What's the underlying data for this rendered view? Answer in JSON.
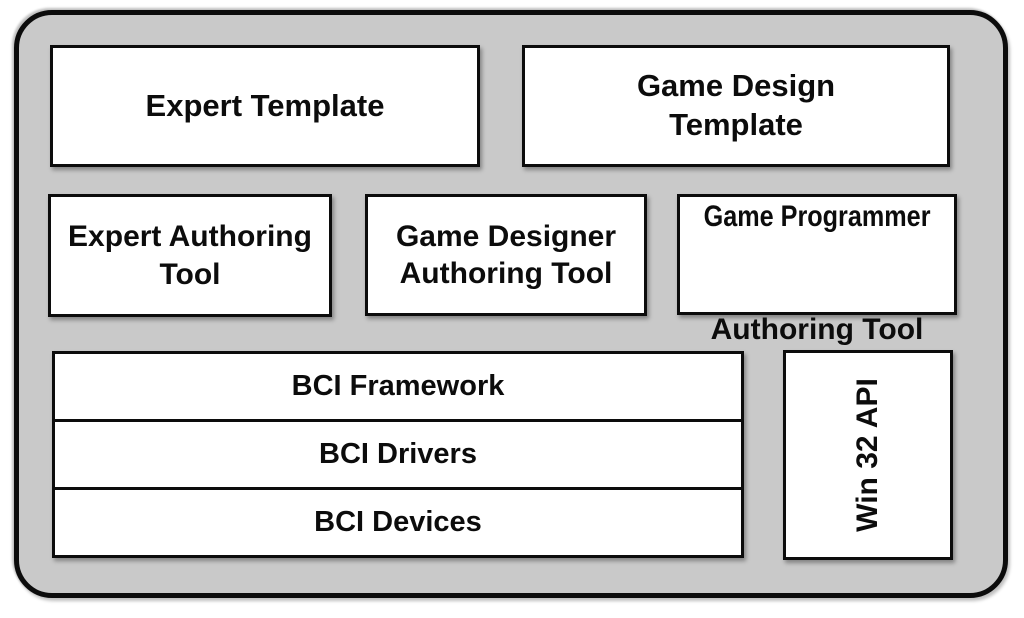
{
  "diagram": {
    "title": "BCI game authoring architecture",
    "colors": {
      "container_fill": "#c9c9c9",
      "box_fill": "#ffffff",
      "border": "#0c0c0c"
    },
    "boxes": {
      "expert_template": {
        "label": "Expert Template"
      },
      "game_design_template": {
        "label": "Game Design\nTemplate"
      },
      "expert_authoring_tool": {
        "label": "Expert Authoring\nTool"
      },
      "game_designer_authoring_tool": {
        "label": "Game Designer\nAuthoring Tool"
      },
      "game_programmer_authoring_tool": {
        "line1": "Game Programmer",
        "line2": "Authoring Tool"
      },
      "win32_api": {
        "label": "Win 32 API"
      }
    },
    "bci_stack": {
      "layers": [
        "BCI Framework",
        "BCI Drivers",
        "BCI Devices"
      ]
    }
  }
}
